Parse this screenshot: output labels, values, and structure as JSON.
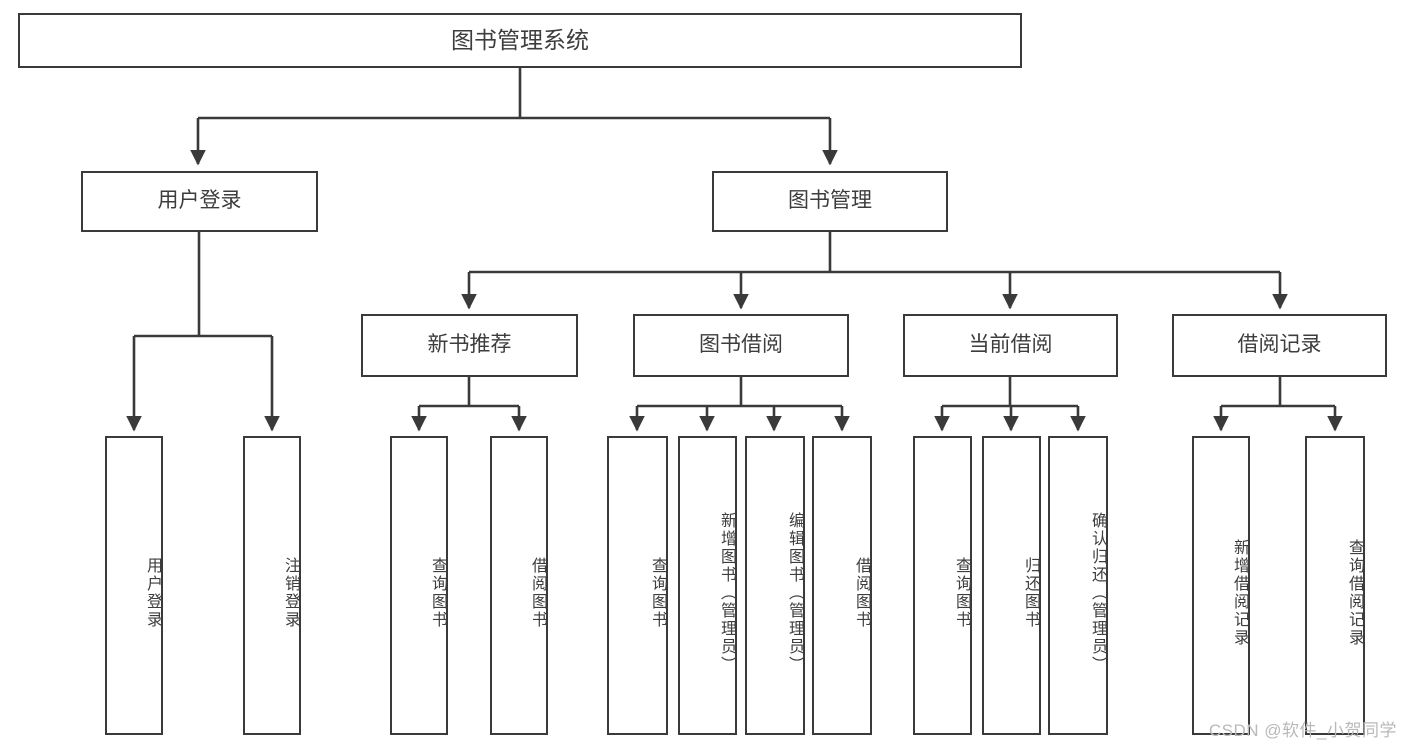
{
  "diagram": {
    "title": "图书管理系统",
    "type": "tree-hierarchy-chart",
    "watermark": "CSDN @软件_小贺同学",
    "colors": {
      "stroke": "#3a3a3a",
      "fill": "#ffffff",
      "text": "#3d3d3d",
      "watermark": "#b9b9b9"
    }
  },
  "root": {
    "label": "图书管理系统"
  },
  "level2": [
    {
      "label": "用户登录"
    },
    {
      "label": "图书管理"
    }
  ],
  "level3": [
    {
      "label": "新书推荐"
    },
    {
      "label": "图书借阅"
    },
    {
      "label": "当前借阅"
    },
    {
      "label": "借阅记录"
    }
  ],
  "leaves": {
    "user_login": [
      {
        "label": "用户登录"
      },
      {
        "label": "注销登录"
      }
    ],
    "new_book_recommend": [
      {
        "label": "查询图书"
      },
      {
        "label": "借阅图书"
      }
    ],
    "book_borrow": [
      {
        "label": "查询图书"
      },
      {
        "label": "新增图书（管理员）"
      },
      {
        "label": "编辑图书（管理员）"
      },
      {
        "label": "借阅图书"
      }
    ],
    "current_borrow": [
      {
        "label": "查询图书"
      },
      {
        "label": "归还图书"
      },
      {
        "label": "确认归还（管理员）"
      }
    ],
    "borrow_record": [
      {
        "label": "新增借阅记录"
      },
      {
        "label": "查询借阅记录"
      }
    ]
  }
}
